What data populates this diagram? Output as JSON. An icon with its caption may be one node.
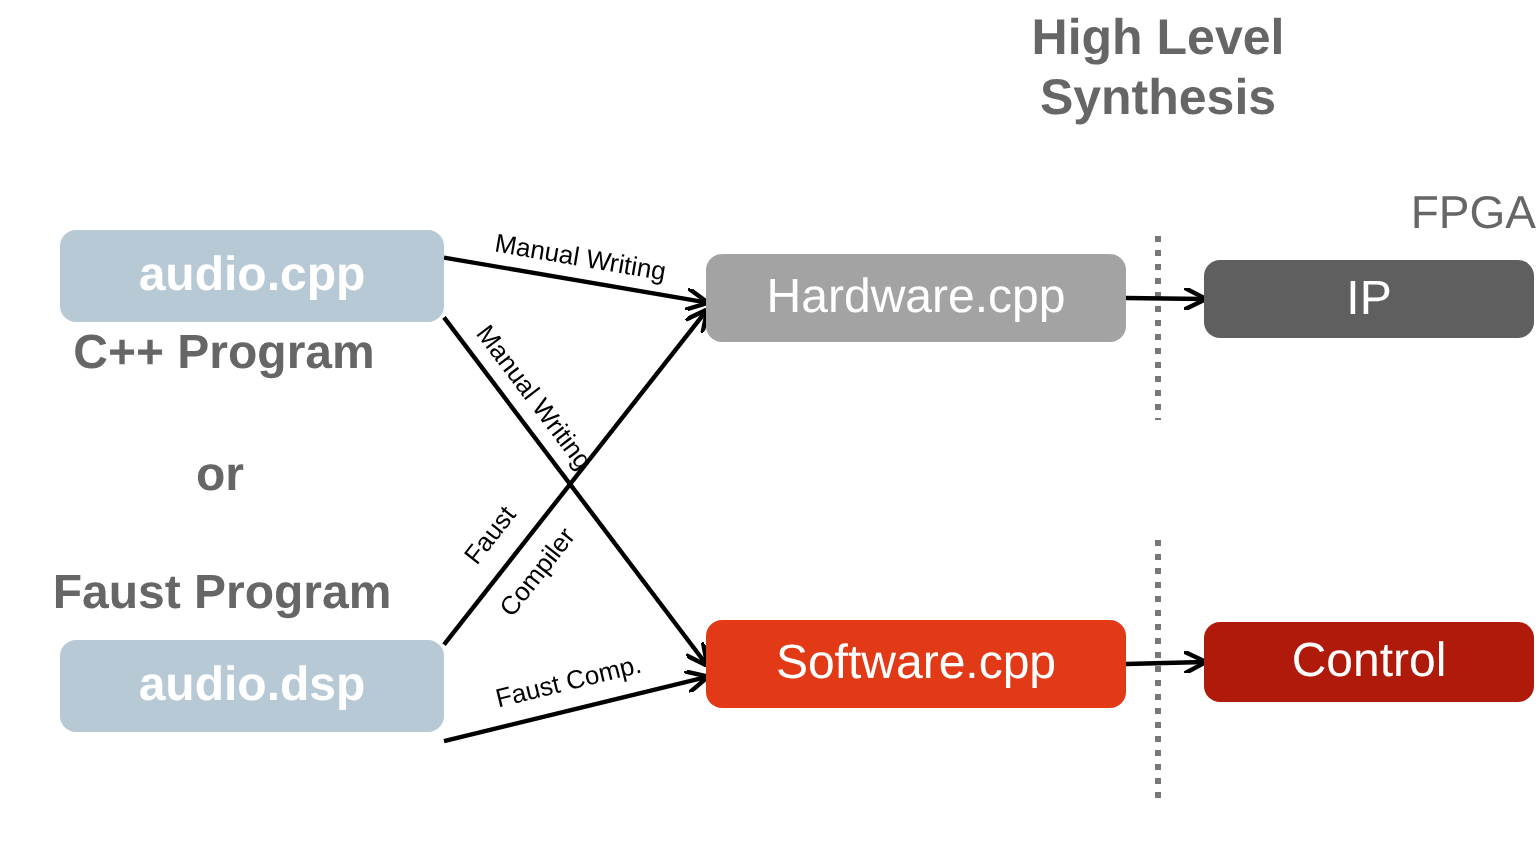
{
  "diagram": {
    "nodes": [
      {
        "text": [
          "audio.cpp"
        ],
        "beside": [
          "C++ Program"
        ]
      },
      {
        "text": [
          "audio.dsp"
        ],
        "beside": [
          "Faust Program"
        ]
      },
      {
        "text": [
          "Hardware.cpp"
        ]
      },
      {
        "text": [
          "Software.cpp"
        ]
      },
      {
        "text": [
          "IP"
        ],
        "beside": [
          "FPGA"
        ]
      },
      {
        "text": [
          "Control"
        ]
      }
    ],
    "edges": [
      {
        "from": 0,
        "to": 2,
        "arrow": "to",
        "label": "Manual Writing"
      },
      {
        "from": 0,
        "to": 3,
        "arrow": "to",
        "label": "Manual Writing"
      },
      {
        "from": 1,
        "to": 2,
        "arrow": "to",
        "label": "Faust Compiler"
      },
      {
        "from": 1,
        "to": 3,
        "arrow": "to",
        "label": "Faust Comp."
      },
      {
        "from": 2,
        "to": 4,
        "arrow": "to"
      },
      {
        "from": 3,
        "to": 5,
        "arrow": "to"
      }
    ],
    "labels": [
      "High Level Synthesis",
      "or"
    ]
  }
}
